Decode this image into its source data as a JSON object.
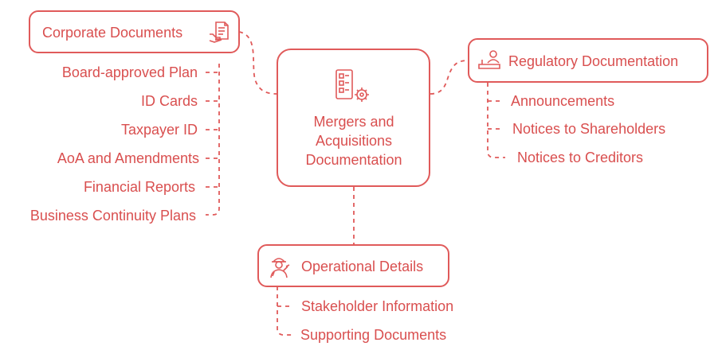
{
  "center": {
    "title_lines": [
      "Mergers and",
      "Acquisitions",
      "Documentation"
    ],
    "icon": "checklist-gear-icon"
  },
  "corporate": {
    "title": "Corporate Documents",
    "icon": "hand-document-icon",
    "items": [
      "Board-approved Plan",
      "ID Cards",
      "Taxpayer ID",
      "AoA and Amendments",
      "Financial Reports",
      "Business Continuity Plans"
    ]
  },
  "regulatory": {
    "title": "Regulatory Documentation",
    "icon": "person-desk-icon",
    "items": [
      "Announcements",
      "Notices to Shareholders",
      "Notices to Creditors"
    ]
  },
  "operational": {
    "title": "Operational Details",
    "icon": "worker-tools-icon",
    "items": [
      "Stakeholder Information",
      "Supporting Documents"
    ]
  },
  "colors": {
    "accent": "#e05a5a",
    "text": "#d94f4f",
    "background": "#ffffff"
  }
}
